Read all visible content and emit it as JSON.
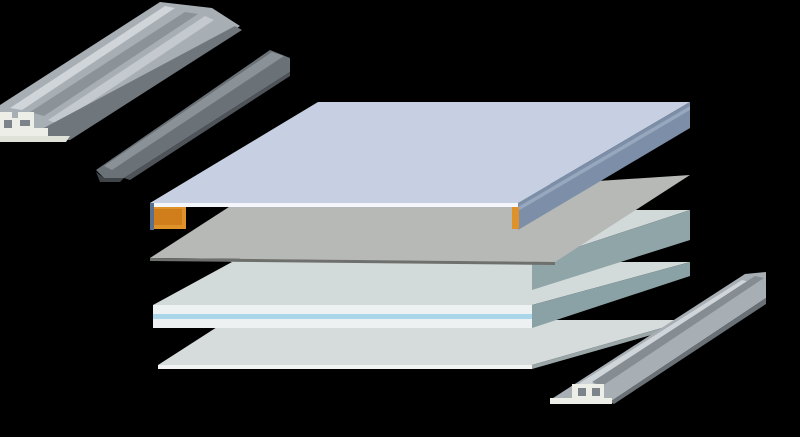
{
  "diagram": {
    "kind": "exploded panel assembly",
    "colors": {
      "background": "#000000",
      "panel_top": "#c6d0e2",
      "panel_front": "#7d8fa8",
      "panel_side": "#5f7391",
      "core_edge": "#e0922a",
      "sheet_gray": "#b7b9b6",
      "glass_top": "#d3dada",
      "glass_side": "#8aa2a6",
      "glass_stripe": "#a9d6e8",
      "base_sheet": "#d6dbdb",
      "profile_light": "#b5bcc2",
      "profile_dark": "#6a7177",
      "profile_cap": "#eceee7"
    },
    "parts": [
      {
        "id": "top-profile",
        "shape": "aluminum frame profile"
      },
      {
        "id": "gasket-profile",
        "shape": "dark trim profile"
      },
      {
        "id": "top-panel",
        "shape": "cladding panel with core"
      },
      {
        "id": "gray-sheet",
        "shape": "thin sheet"
      },
      {
        "id": "glass-layer",
        "shape": "laminated glass layer"
      },
      {
        "id": "base-sheet",
        "shape": "base sheet"
      },
      {
        "id": "bottom-profile",
        "shape": "aluminum frame profile"
      }
    ]
  }
}
